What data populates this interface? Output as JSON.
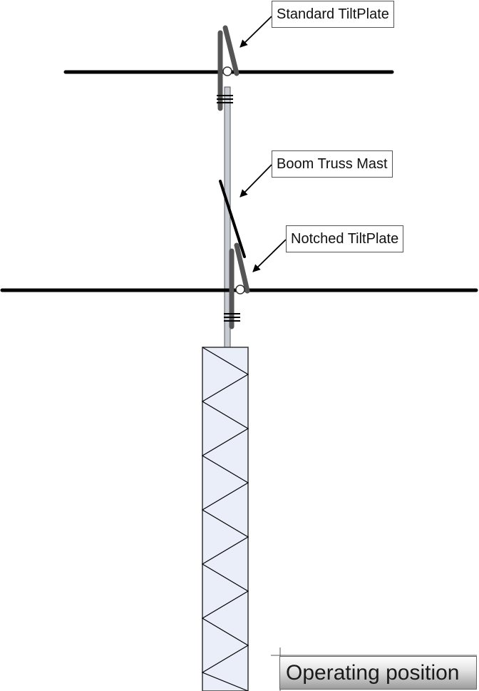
{
  "labels": {
    "standard_tiltplate": "Standard TiltPlate",
    "boom_truss_mast": "Boom Truss Mast",
    "notched_tiltplate": "Notched TiltPlate"
  },
  "position_label": "Operating position",
  "colors": {
    "boom": "#000000",
    "tiltplate": "#555555",
    "mast": "#c7ccd2",
    "tower_fill": "#eaeef8",
    "tower_stroke": "#333333",
    "truss_line": "#000000"
  }
}
